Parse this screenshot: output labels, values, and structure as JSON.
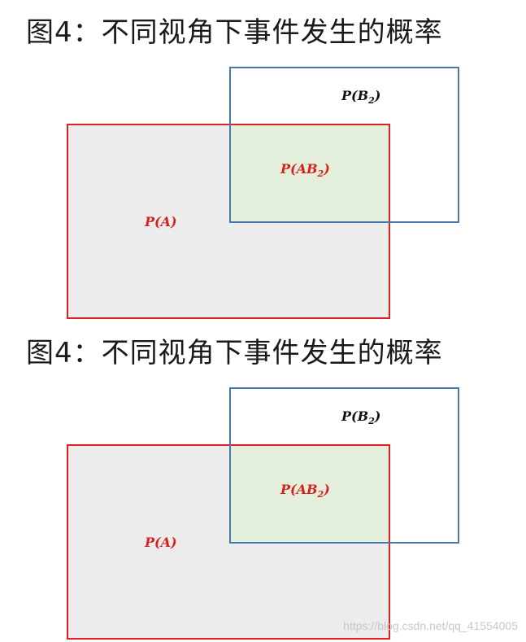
{
  "panels": [
    {
      "title": "图4：不同视角下事件发生的概率",
      "labels": {
        "a": {
          "prefix": "P(",
          "main": "A",
          "sub": "",
          "suffix": ")"
        },
        "b": {
          "prefix": "P(",
          "main": "B",
          "sub": "2",
          "suffix": ")"
        },
        "ab": {
          "prefix": "P(",
          "main": "AB",
          "sub": "2",
          "suffix": ")"
        }
      }
    },
    {
      "title": "图4：不同视角下事件发生的概率",
      "labels": {
        "a": {
          "prefix": "P(",
          "main": "A",
          "sub": "",
          "suffix": ")"
        },
        "b": {
          "prefix": "P(",
          "main": "B",
          "sub": "2",
          "suffix": ")"
        },
        "ab": {
          "prefix": "P(",
          "main": "AB",
          "sub": "2",
          "suffix": ")"
        }
      }
    }
  ],
  "watermark": "https://blog.csdn.net/qq_41554005",
  "colors": {
    "event_a_border": "#e02020",
    "event_a_fill": "#ececec",
    "event_b_border": "#4a79a8",
    "intersection_fill": "#e3efdb",
    "label_red": "#d62020",
    "label_black": "#111111"
  }
}
